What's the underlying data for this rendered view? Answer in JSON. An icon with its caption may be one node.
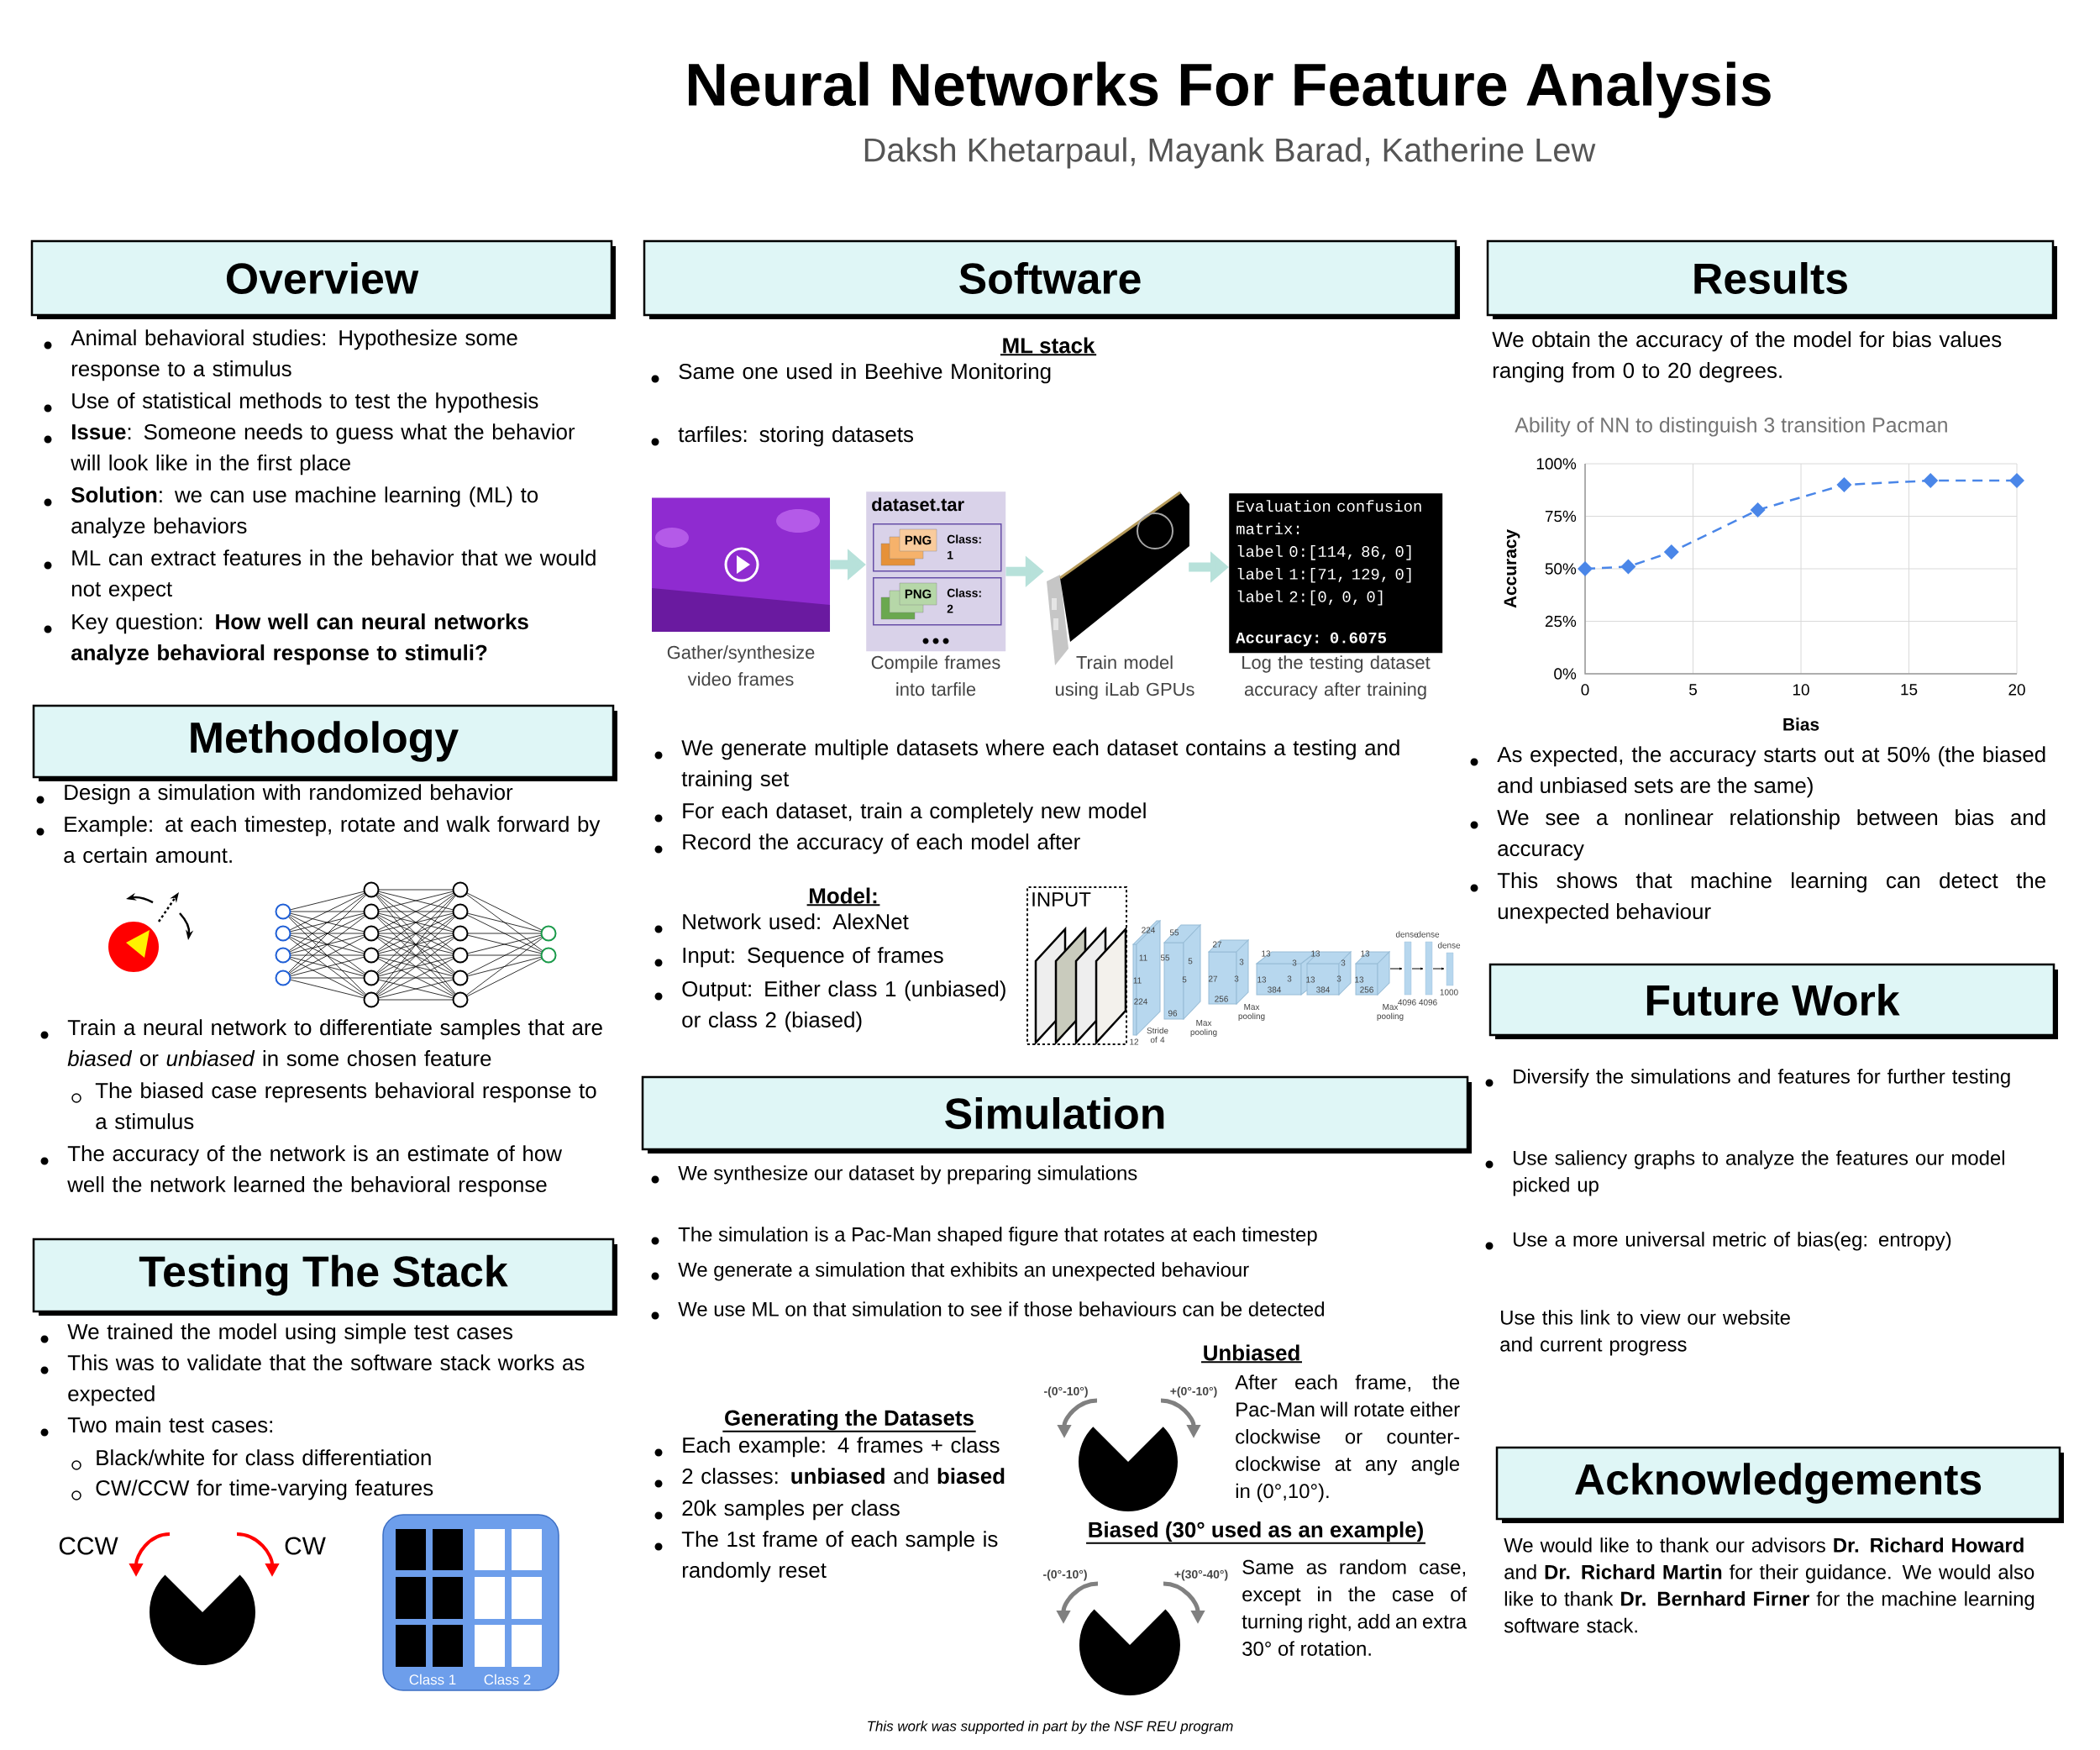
{
  "diagram": {
    "title": "Neural Networks For Feature Analysis",
    "nodes": [
      {
        "text": [
          "Overview"
        ]
      },
      {
        "text": [
          "Methodology"
        ]
      },
      {
        "text": [
          "Testing The Stack"
        ]
      },
      {
        "text": [
          "Class 1",
          "Class 2"
        ]
      },
      {
        "text": [
          "Software"
        ]
      },
      {
        "text": [],
        "shape": "picture",
        "beside": [
          "Gather/synthesize video frames"
        ]
      },
      {
        "text": [
          "dataset.tar"
        ],
        "beside": [
          "Compile frames into tarfile"
        ]
      },
      {
        "text": [
          "PNG",
          "Class: 1"
        ],
        "in": 6
      },
      {
        "text": [
          "PNG",
          "Class: 2"
        ],
        "in": 6
      },
      {
        "text": [],
        "shape": "picture",
        "beside": [
          "Train model using iLab GPUs"
        ]
      },
      {
        "text": [
          "Evaluation confusion matrix:",
          "label 0:[114, 86, 0]",
          "label 1:[71, 129, 0]",
          "label 2:[0, 0, 0]",
          "Accuracy: 0.6075"
        ],
        "beside": [
          "Log the testing dataset accuracy after training"
        ]
      },
      {
        "text": [
          "INPUT"
        ]
      },
      {
        "text": [
          "Simulation"
        ]
      },
      {
        "text": [
          "Results"
        ]
      },
      {
        "text": [
          "Future Work"
        ]
      },
      {
        "text": [
          "Acknowledgements"
        ]
      }
    ],
    "edges": [
      {
        "from": 5,
        "to": 6,
        "arrow": "to"
      },
      {
        "from": 6,
        "to": 9,
        "arrow": "to"
      },
      {
        "from": 9,
        "to": 10,
        "arrow": "to"
      }
    ],
    "labels": [
      "Daksh Khetarpaul, Mayank Barad, Katherine Lew",
      "Animal behavioral studies: Hypothesize some response to a stimulus",
      "Use of statistical methods to test the hypothesis",
      "**Issue**: Someone needs to guess what the behavior will look like in the first place",
      "**Solution**: we can use machine learning (ML) to analyze behaviors",
      "ML can extract features in the behavior that we would not expect",
      "Key question: **How well can neural networks analyze behavioral response to stimuli?**",
      "Design a simulation with randomized behavior",
      "Example: at each timestep, rotate and walk forward by a certain amount.",
      "Train a neural network to differentiate samples that are *biased* or *unbiased* in some chosen feature",
      "The biased case represents behavioral response to a stimulus",
      "The accuracy of the network is an estimate of how well the network learned the behavioral response",
      "We trained the model using simple test cases",
      "This was to validate that the software stack works as expected",
      "Two main test cases:",
      "Black/white for class differentiation",
      "CW/CCW for time-varying features",
      "CCW",
      "CW",
      "ML stack",
      "Same one used in Beehive Monitoring",
      "tarfiles: storing datasets",
      "We generate multiple datasets where each dataset contains a testing and training set",
      "For each dataset, train a completely new model",
      "Record the accuracy of each model after",
      "Model:",
      "Network used: AlexNet",
      "Input: Sequence of frames",
      "Output: Either class 1 (unbiased) or class 2 (biased)",
      "12",
      "224",
      "11",
      "11",
      "224",
      "Stride of 4",
      "55",
      "55",
      "5",
      "5",
      "96",
      "Max pooling",
      "27",
      "27",
      "256",
      "3",
      "3",
      "Max pooling",
      "13",
      "13",
      "384",
      "3",
      "3",
      "13",
      "13",
      "384",
      "3",
      "3",
      "13",
      "13",
      "256",
      "Max pooling",
      "dense",
      "dense",
      "dense",
      "4096",
      "4096",
      "1000",
      "We synthesize our dataset by preparing simulations",
      "The simulation is a Pac-Man shaped figure that rotates at each timestep",
      "We generate a simulation that exhibits an unexpected behaviour",
      "We use ML on that simulation to see if those behaviours can be detected",
      "Unbiased",
      "-(0°-10°)",
      "+(0°-10°)",
      "After each frame, the Pac-Man will rotate either clockwise or counter-clockwise at any angle in (0°,10°).",
      "Generating the Datasets",
      "Each example: 4 frames + class",
      "2 classes: **unbiased** and **biased**",
      "20k samples per class",
      "The 1st frame of each sample is randomly reset",
      "Biased (30° used as an example)",
      "-(0°-10°)",
      "+(30°-40°)",
      "Same as random case, except in the case of turning right, add an extra 30° of rotation.",
      "We obtain the accuracy of the model for bias values ranging from 0 to 20 degrees.",
      "As expected, the accuracy starts out at 50% (the biased and unbiased sets are the same)",
      "We see a nonlinear relationship between bias and accuracy",
      "This shows that machine learning can detect the unexpected behaviour",
      "Diversify the simulations and features for further testing",
      "Use saliency graphs to analyze the features our model picked up",
      "Use a more universal metric of bias(eg: entropy)",
      "Use this link to view our website and current progress",
      "We would like to thank our advisors **Dr. Richard Howard** and **Dr. Richard Martin** for their guidance. We would also like to thank **Dr. Bernhard Firner** for the machine learning software stack.",
      "This work was supported in part by the NSF REU program"
    ],
    "chart_data": {
      "type": "line",
      "title": "Ability of NN to distinguish 3 transition Pacman",
      "xlabel": "Bias",
      "ylabel": "Accuracy",
      "x": [
        0,
        2,
        4,
        8,
        12,
        16,
        20
      ],
      "series": [
        {
          "color": "#4a86e8",
          "line_style": "dashed",
          "marker": "diamond",
          "values": [
            50,
            51,
            58,
            78,
            90,
            92,
            92
          ]
        }
      ],
      "xlim": [
        0,
        20
      ],
      "ylim": [
        0,
        100
      ],
      "grid": true,
      "xticks": [
        0,
        5,
        10,
        15,
        20
      ],
      "yticks": [
        {
          "value": 0,
          "label": "0%"
        },
        {
          "value": 25,
          "label": "25%"
        },
        {
          "value": 50,
          "label": "50%"
        },
        {
          "value": 75,
          "label": "75%"
        },
        {
          "value": 100,
          "label": "100%"
        }
      ]
    }
  }
}
